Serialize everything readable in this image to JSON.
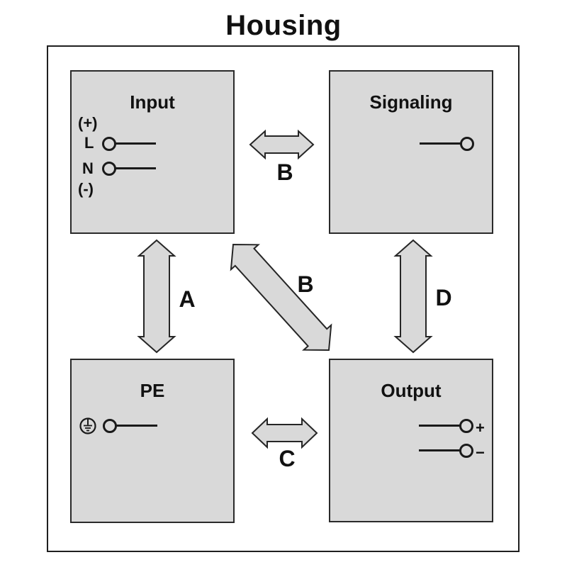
{
  "title": "Housing",
  "boxes": {
    "input": {
      "title": "Input",
      "plus_label": "(+)",
      "line_label": "L",
      "neutral_label": "N",
      "minus_label": "(-)"
    },
    "signaling": {
      "title": "Signaling"
    },
    "pe": {
      "title": "PE"
    },
    "output": {
      "title": "Output",
      "plus_label": "+",
      "minus_label": "−"
    }
  },
  "connections": [
    {
      "from": "Input",
      "to": "PE",
      "label": "A"
    },
    {
      "from": "Input",
      "to": "Signaling",
      "label": "B"
    },
    {
      "from": "Input",
      "to": "Output",
      "label": "B"
    },
    {
      "from": "PE",
      "to": "Output",
      "label": "C"
    },
    {
      "from": "Signaling",
      "to": "Output",
      "label": "D"
    }
  ],
  "colors": {
    "background": "#ffffff",
    "box_fill": "#d9d9d9",
    "outline": "#262626",
    "text": "#111111"
  }
}
